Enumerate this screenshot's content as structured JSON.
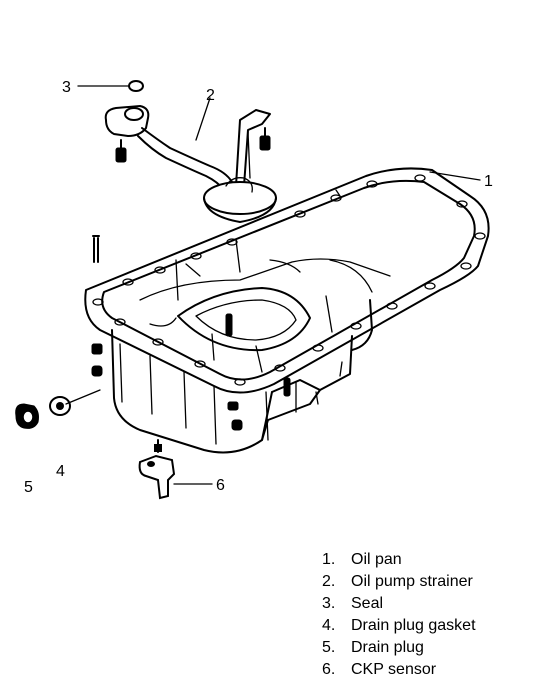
{
  "callouts": {
    "c1": "1",
    "c2": "2",
    "c3": "3",
    "c4": "4",
    "c5": "5",
    "c6": "6"
  },
  "legend": [
    {
      "num": "1.",
      "label": "Oil pan"
    },
    {
      "num": "2.",
      "label": "Oil pump strainer"
    },
    {
      "num": "3.",
      "label": "Seal"
    },
    {
      "num": "4.",
      "label": "Drain plug gasket"
    },
    {
      "num": "5.",
      "label": "Drain plug"
    },
    {
      "num": "6.",
      "label": "CKP sensor"
    }
  ]
}
